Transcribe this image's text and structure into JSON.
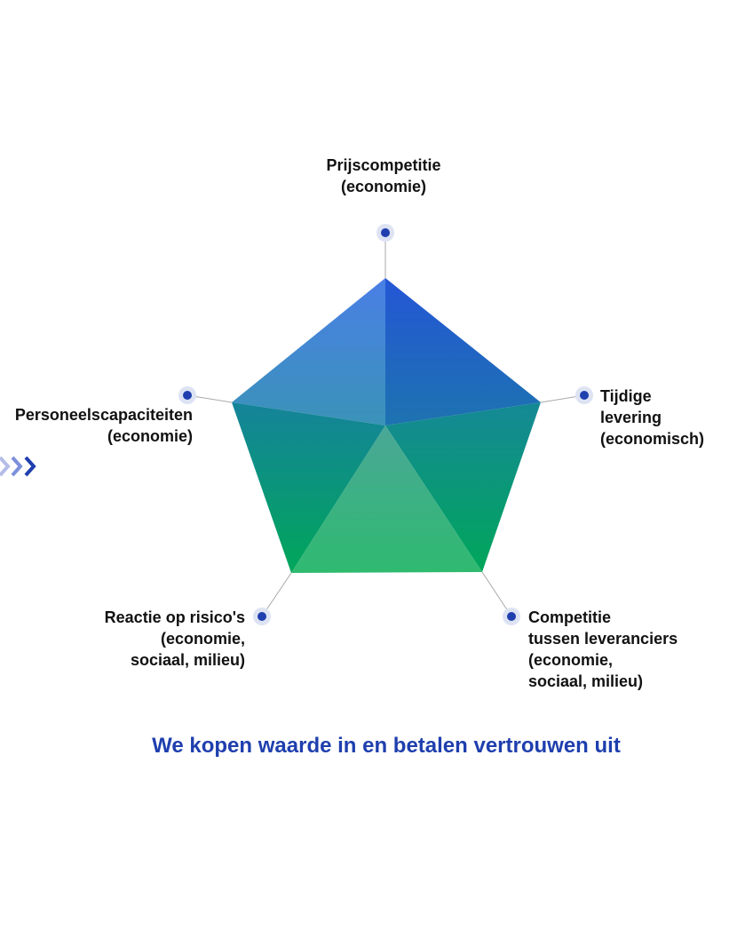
{
  "diagram": {
    "type": "pentagon",
    "axes": [
      {
        "id": "top",
        "label": "Prijscompetitie\n(economie)"
      },
      {
        "id": "right",
        "label": "Tijdige\nlevering\n(economisch)"
      },
      {
        "id": "bottom_right",
        "label": "Competitie\ntussen leveranciers\n(economie,\nsociaal, milieu)"
      },
      {
        "id": "bottom_left",
        "label": "Reactie op risico's\n(economie,\nsociaal, milieu)"
      },
      {
        "id": "left",
        "label": "Personeelscapaciteiten\n(economie)"
      }
    ]
  },
  "tagline": "We kopen waarde in en betalen vertrouwen uit",
  "colors": {
    "accent_blue": "#1f3fae",
    "top_gradient_start": "#2456d6",
    "top_gradient_end": "#1d73b0",
    "middle_teal": "#128a8f",
    "bottom_green": "#00a65a",
    "bottom_light_green": "#34bb74",
    "connector_line": "#a9a9a9",
    "dot_halo": "#dde3f3",
    "arrow_light": "#b4bde8",
    "arrow_mid": "#7c8fdb",
    "arrow_dark": "#1f3fae"
  },
  "icons": {
    "decoration": "chevron-right-triple-icon"
  }
}
